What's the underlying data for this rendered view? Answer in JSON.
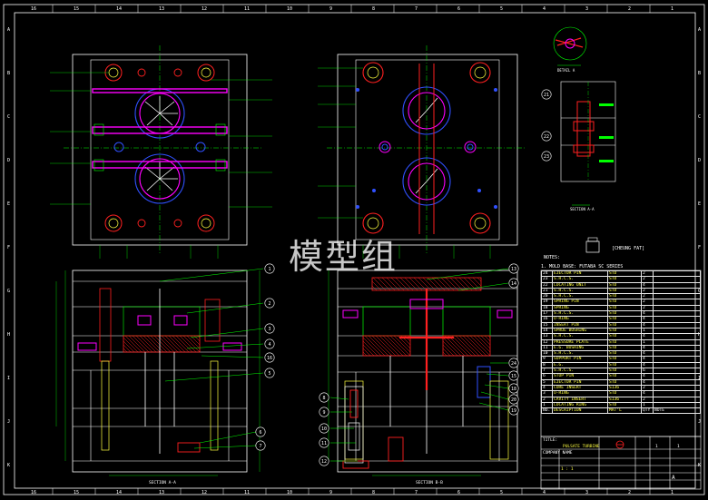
{
  "watermark": "模型组",
  "notes": {
    "heading": "NOTES:",
    "line1": "1. MOLD BASE: FUTABA SC SERIES"
  },
  "company_badge": "[CHEUNG FAT]",
  "bom_header": [
    "NO.",
    "DESCRIPTION",
    "MAT'L",
    "QTY",
    "NOTE"
  ],
  "bom": [
    [
      "24",
      "EJECTOR PIN",
      "STD",
      "2",
      ""
    ],
    [
      "23",
      "S.H.C.S.",
      "STD",
      "2",
      ""
    ],
    [
      "22",
      "LOCATING UNIT",
      "STD",
      "4",
      ""
    ],
    [
      "21",
      "S.H.C.S.",
      "STD",
      "2",
      ""
    ],
    [
      "20",
      "S.H.C.S.",
      "STD",
      "2",
      ""
    ],
    [
      "19",
      "SPRING PIN",
      "STD",
      "2",
      ""
    ],
    [
      "18",
      "SPRING",
      "STD",
      "2",
      ""
    ],
    [
      "17",
      "S.H.C.S.",
      "STD",
      "4",
      ""
    ],
    [
      "16",
      "O-RING",
      "STD",
      "4",
      ""
    ],
    [
      "15",
      "INSERT PIN",
      "STD",
      "4",
      ""
    ],
    [
      "14",
      "SPRUE BUSHING",
      "STD",
      "1",
      ""
    ],
    [
      "13",
      "S.H.C.S.",
      "STD",
      "4",
      ""
    ],
    [
      "12",
      "PRESSURE PLATE",
      "STD",
      "1",
      ""
    ],
    [
      "11",
      "E.G. BUSHING",
      "STD",
      "4",
      ""
    ],
    [
      "10",
      "S.H.C.S.",
      "STD",
      "4",
      ""
    ],
    [
      "9",
      "SUPPORT PIN",
      "STD",
      "4",
      ""
    ],
    [
      "8",
      "E.G.",
      "STD",
      "4",
      ""
    ],
    [
      "7",
      "S.H.C.S.",
      "STD",
      "6",
      ""
    ],
    [
      "6",
      "STOP PIN",
      "STD",
      "4",
      ""
    ],
    [
      "5",
      "EJECTOR PIN",
      "STD",
      "4",
      ""
    ],
    [
      "4",
      "CORE INSERT",
      "S136",
      "2",
      ""
    ],
    [
      "3",
      "O-RING",
      "STD",
      "4",
      ""
    ],
    [
      "2",
      "CAVITY INSERT",
      "S136",
      "2",
      ""
    ],
    [
      "1",
      "LOCATING RING",
      "STD",
      "1",
      ""
    ]
  ],
  "title_block": {
    "title_label": "TITLE:",
    "title_value": "PULSATE TURBINE",
    "company_label": "COMPANY NAME",
    "scale": "1 : 1",
    "sheet": "1",
    "of": "1",
    "rev": "A"
  },
  "section_labels": {
    "top_left": "SECTION A-A",
    "bottom_left": "SECTION A-A",
    "bottom_right": "SECTION B-B",
    "detail": "DETAIL A"
  },
  "callouts_left": [
    "1",
    "2",
    "3",
    "4",
    "16",
    "5",
    "6",
    "7"
  ],
  "callouts_center_left": [
    "8",
    "9",
    "10",
    "11",
    "12"
  ],
  "callouts_center_right": [
    "13",
    "14",
    "24",
    "15",
    "18",
    "20",
    "19"
  ],
  "callouts_detail": [
    "21",
    "22",
    "23"
  ],
  "border_numbers_top": [
    "16",
    "15",
    "14",
    "13",
    "12",
    "11",
    "10",
    "9",
    "8",
    "7",
    "6",
    "5",
    "4",
    "3",
    "2",
    "1"
  ],
  "border_letters": [
    "A",
    "B",
    "C",
    "D",
    "E",
    "F",
    "G",
    "H",
    "I",
    "J",
    "K"
  ],
  "colors": {
    "background": "#000000",
    "green": "#00ff00",
    "red": "#ff2020",
    "magenta": "#ff00ff",
    "cyan": "#00ffff",
    "yellow": "#ffff40",
    "blue": "#3050ff",
    "white": "#ffffff"
  }
}
